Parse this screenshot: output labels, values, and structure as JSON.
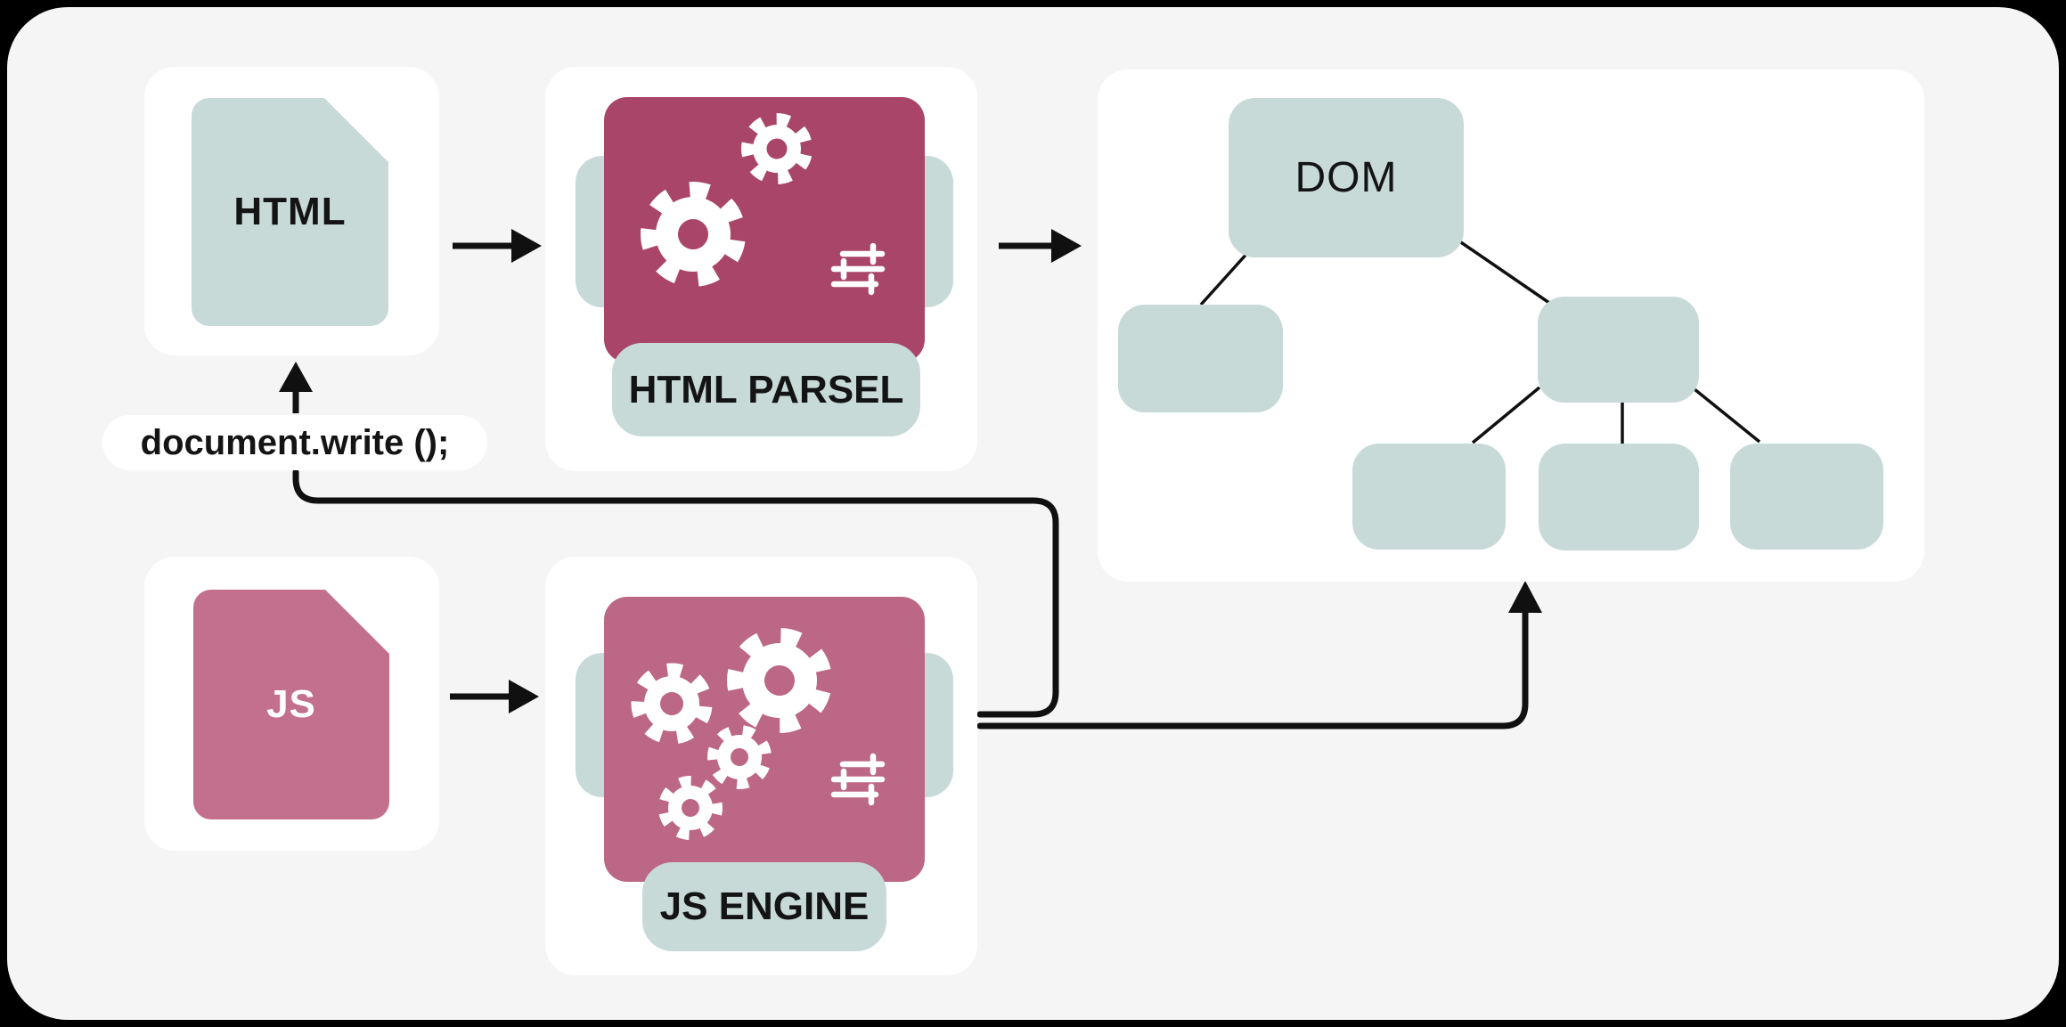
{
  "colors": {
    "background": "#000000",
    "board": "#f5f5f6",
    "card": "#ffffff",
    "teal": "#c7dad8",
    "maroon": "#a84569",
    "pink": "#bc6785",
    "pink_icon": "#c2708e",
    "ink": "#141414",
    "arrow": "#101010"
  },
  "html_file": {
    "label": "HTML",
    "icon": "html-document-icon"
  },
  "js_file": {
    "label": "JS",
    "icon": "js-document-icon"
  },
  "html_parser": {
    "label": "HTML PARSEL",
    "icons": [
      "gear-icon",
      "gear-icon",
      "tune-sliders-icon"
    ]
  },
  "js_engine": {
    "label": "JS ENGINE",
    "icons": [
      "gear-icon",
      "gear-icon",
      "gear-icon",
      "gear-icon",
      "tune-sliders-icon"
    ]
  },
  "dom_tree": {
    "root_label": "DOM",
    "unlabeled_nodes": 5
  },
  "annotation": {
    "label": "document.write ();"
  }
}
